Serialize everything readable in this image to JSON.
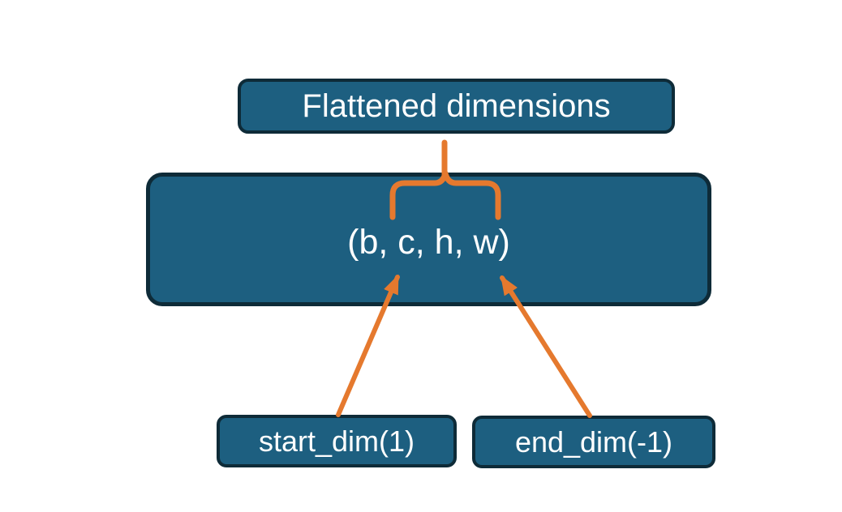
{
  "diagram": {
    "top_node": {
      "label": "Flattened dimensions"
    },
    "tensor_node": {
      "label": "(b, c, h, w)"
    },
    "start_dim_node": {
      "label": "start_dim(1)"
    },
    "end_dim_node": {
      "label": "end_dim(-1)"
    },
    "connectors": {
      "brace": "curly-brace spanning c, h, w dimensions",
      "arrow_left": "start_dim arrow pointing to dimension c",
      "arrow_right": "end_dim arrow pointing to dimension w"
    }
  },
  "colors": {
    "node_fill": "#1d5f80",
    "node_border": "#0e2b38",
    "connector_orange": "#e5792e",
    "label_text": "#ffffff",
    "background": "#ffffff"
  }
}
